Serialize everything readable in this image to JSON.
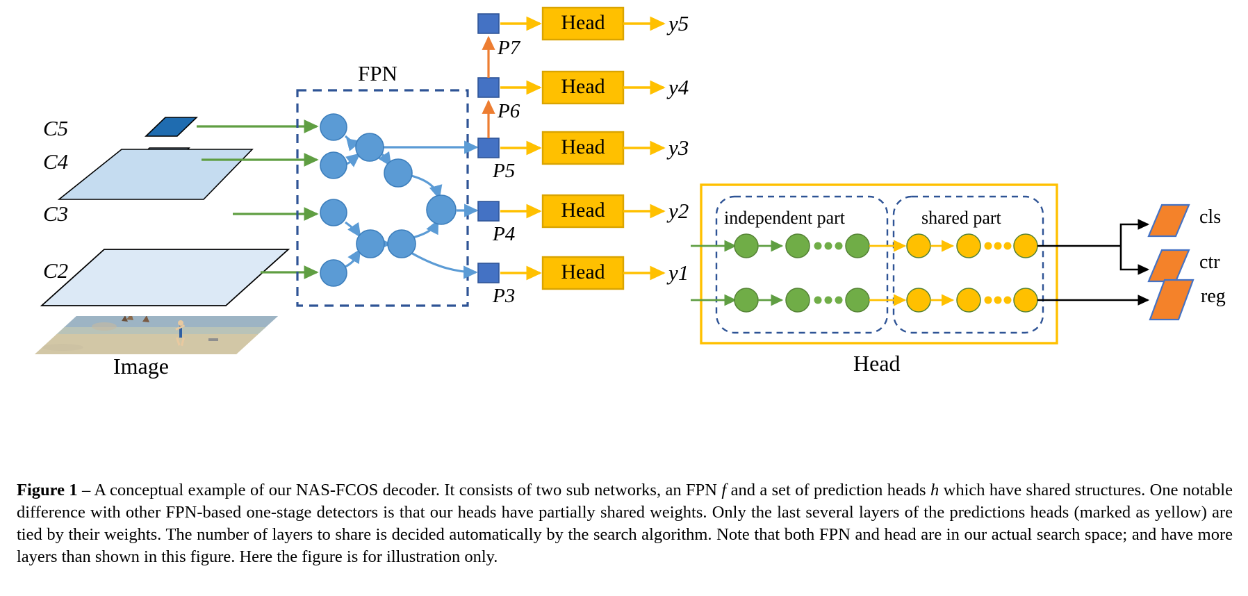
{
  "figure": {
    "backbone_labels": [
      "C5",
      "C4",
      "C3",
      "C2"
    ],
    "image_label": "Image",
    "fpn_label": "FPN",
    "pyramid_labels": [
      "P7",
      "P6",
      "P5",
      "P4",
      "P3"
    ],
    "head_box_label": "Head",
    "head_boxes": [
      "Head",
      "Head",
      "Head",
      "Head",
      "Head"
    ],
    "output_labels": [
      "y5",
      "y4",
      "y3",
      "y2",
      "y1"
    ],
    "head_panel": {
      "title": "Head",
      "independent_label": "independent part",
      "shared_label": "shared part",
      "outputs": [
        "cls",
        "ctr",
        "reg"
      ]
    },
    "colors": {
      "green_arrow": "#5f9e42",
      "blue_node": "#5b9bd5",
      "blue_square": "#4472c4",
      "dark_blue_dash": "#2e5395",
      "orange_arrow": "#ed7d31",
      "yellow": "#ffc000",
      "green_node": "#70ad47",
      "orange_fill": "#f4822a",
      "c5_fill": "#1f6cb0",
      "c4_fill": "#a8c8e8",
      "c3_fill": "#c5dcf0",
      "c2_fill": "#dce9f6"
    }
  },
  "caption": {
    "label": "Figure 1",
    "dash": " – ",
    "text_1": "A conceptual example of our NAS-FCOS decoder. It consists of two sub networks, an FPN ",
    "math_f": "f",
    "text_2": " and a set of prediction heads ",
    "math_h": "h",
    "text_3": " which have shared structures. One notable difference with other FPN-based one-stage detectors is that our heads have partially shared weights. Only the last several layers of the predictions heads (marked as yellow) are tied by their weights. The number of layers to share is decided automatically by the search algorithm. Note that both FPN and head are in our actual search space; and have more layers than shown in this figure. Here the figure is for illustration only."
  }
}
